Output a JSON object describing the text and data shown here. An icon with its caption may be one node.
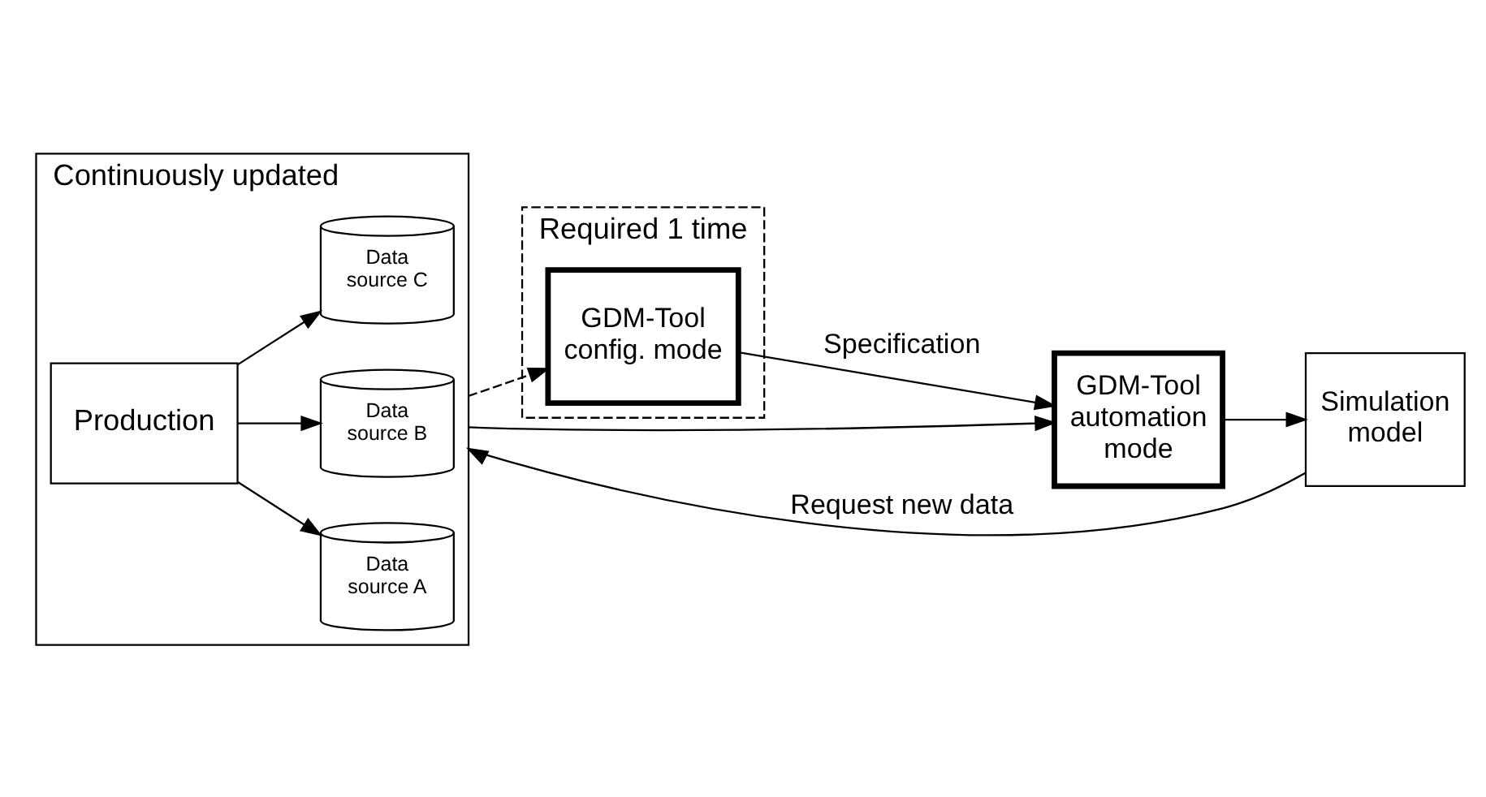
{
  "diagram": {
    "nodes": [
      {
        "text": [
          "Continuously updated"
        ]
      },
      {
        "text": [
          "Production"
        ],
        "in": 0
      },
      {
        "text": [
          "Data source A"
        ],
        "in": 0
      },
      {
        "text": [
          "Data source B"
        ],
        "in": 0
      },
      {
        "text": [
          "Data source C"
        ],
        "in": 0
      },
      {
        "text": [
          "Required 1 time"
        ]
      },
      {
        "text": [
          "GDM-Tool config. mode"
        ],
        "in": 5
      },
      {
        "text": [
          "GDM-Tool automation mode"
        ]
      },
      {
        "text": [
          "Simulation model"
        ]
      }
    ],
    "edges": [
      {
        "from": 1,
        "to": 2,
        "arrow": "to"
      },
      {
        "from": 1,
        "to": 3,
        "arrow": "to"
      },
      {
        "from": 1,
        "to": 4,
        "arrow": "to"
      },
      {
        "from": 0,
        "to": 6,
        "arrow": "to",
        "style": "dashed"
      },
      {
        "from": 0,
        "to": 7,
        "arrow": "to"
      },
      {
        "from": 6,
        "to": 7,
        "arrow": "to",
        "label": "Specification"
      },
      {
        "from": 7,
        "to": 8,
        "arrow": "to"
      },
      {
        "from": 8,
        "to": 0,
        "arrow": "to",
        "label": "Request new data"
      }
    ]
  }
}
